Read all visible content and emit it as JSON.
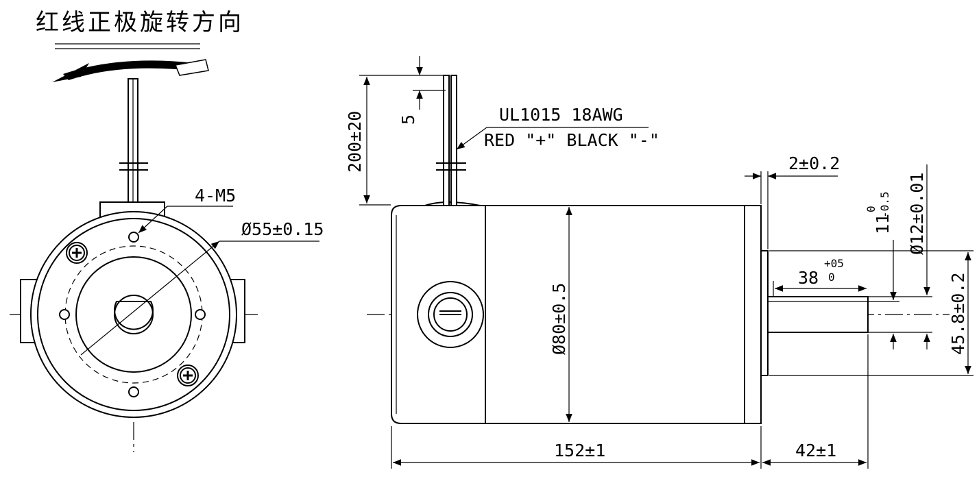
{
  "title": "红线正极旋转方向",
  "front_view": {
    "hole_callout": "4-M5",
    "pcd_callout": "Ø55±0.15"
  },
  "side_view": {
    "lead_length": "200±20",
    "lead_strip": "5",
    "wire_spec": "UL1015  18AWG",
    "wire_colors": "RED \"+\"  BLACK \"-\"",
    "body_diameter": "Ø80±0.5",
    "body_length": "152±1",
    "shaft_length": "42±1",
    "flange_thickness": "2±0.2",
    "flat_length": "38",
    "flat_length_tol_upper": "+05",
    "flat_length_tol_lower": "0",
    "flat_depth": "11",
    "flat_depth_tol_upper": "0",
    "flat_depth_tol_lower": "-0.5",
    "shaft_diameter": "Ø12±0.01",
    "pilot_diameter": "45.8±0.2"
  }
}
